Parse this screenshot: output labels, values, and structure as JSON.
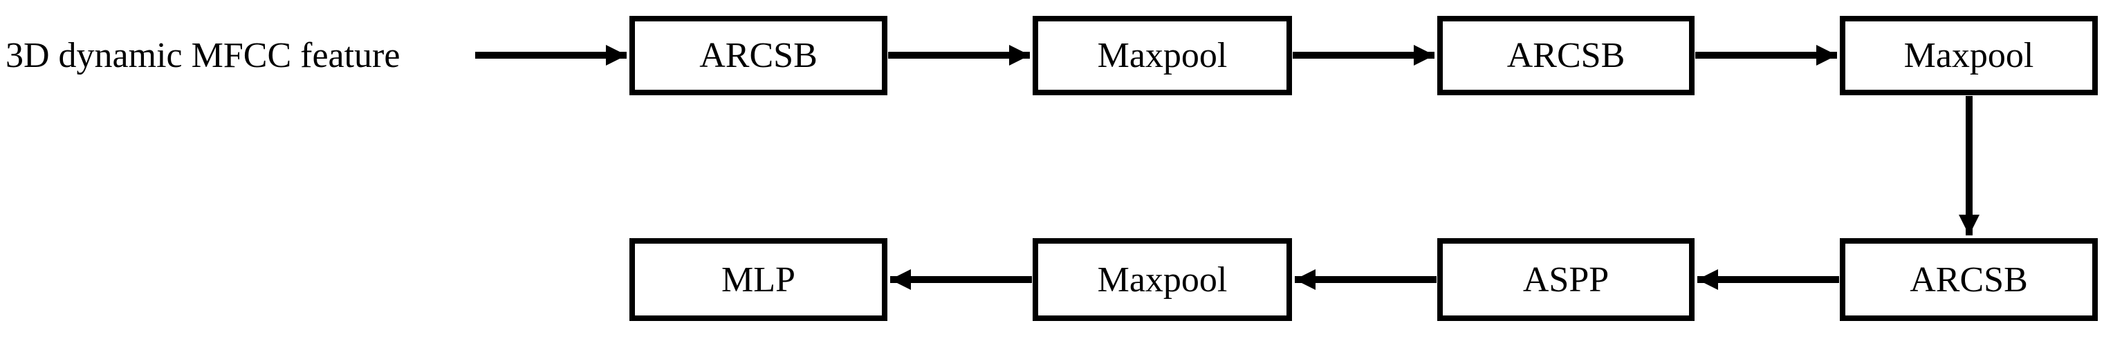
{
  "diagram": {
    "input_label": "3D dynamic MFCC feature",
    "top_row": [
      {
        "label": "ARCSB"
      },
      {
        "label": "Maxpool"
      },
      {
        "label": "ARCSB"
      },
      {
        "label": "Maxpool"
      }
    ],
    "bottom_row": [
      {
        "label": "MLP"
      },
      {
        "label": "Maxpool"
      },
      {
        "label": "ASPP"
      },
      {
        "label": "ARCSB"
      }
    ],
    "flow_sequence": [
      "3D dynamic MFCC feature",
      "ARCSB",
      "Maxpool",
      "ARCSB",
      "Maxpool",
      "ARCSB",
      "ASPP",
      "Maxpool",
      "MLP"
    ],
    "colors": {
      "stroke": "#000000",
      "box_fill": "#ffffff",
      "background": "#ffffff",
      "text": "#000000"
    }
  }
}
